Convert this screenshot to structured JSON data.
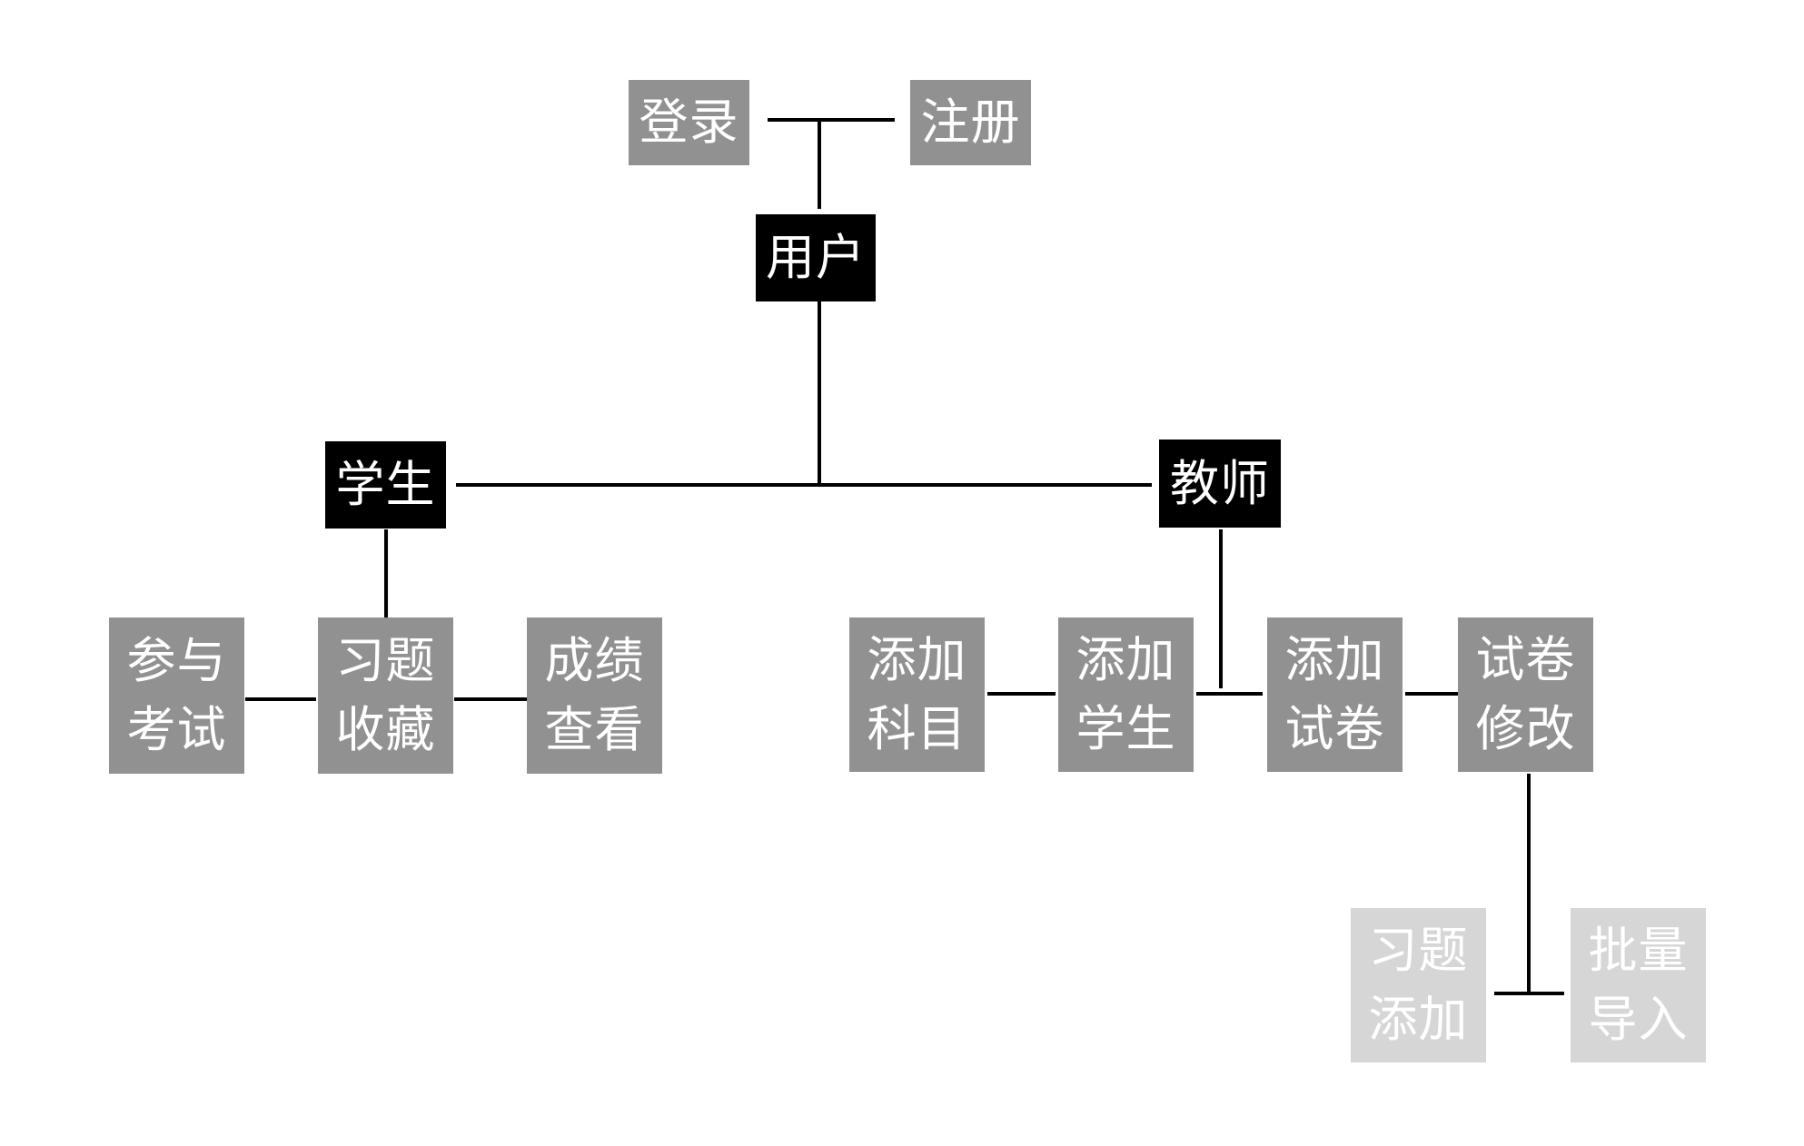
{
  "colors": {
    "dark": "#000000",
    "gray": "#919191",
    "light": "#d6d6d6",
    "line": "#000000"
  },
  "nodes": {
    "login": "登录",
    "register": "注册",
    "user": "用户",
    "student": "学生",
    "teacher": "教师",
    "join_exam": [
      "参与",
      "考试"
    ],
    "exercise_favorites": [
      "习题",
      "收藏"
    ],
    "score_view": [
      "成绩",
      "查看"
    ],
    "add_subject": [
      "添加",
      "科目"
    ],
    "add_student": [
      "添加",
      "学生"
    ],
    "add_paper": [
      "添加",
      "试卷"
    ],
    "edit_paper": [
      "试卷",
      "修改"
    ],
    "add_exercise": [
      "习题",
      "添加"
    ],
    "batch_import": [
      "批量",
      "导入"
    ]
  }
}
